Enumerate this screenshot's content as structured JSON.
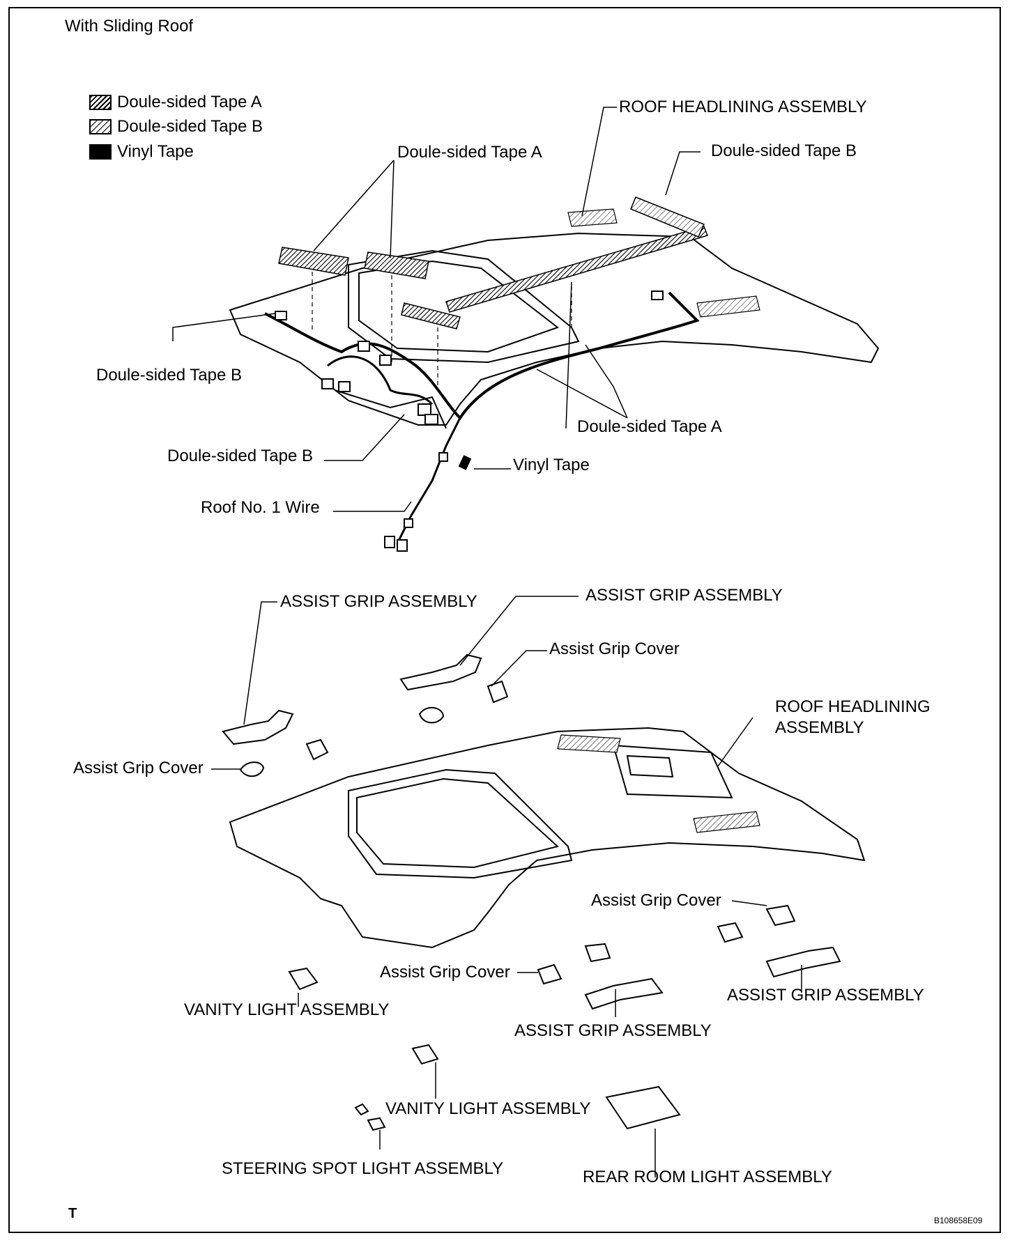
{
  "header": {
    "title": "With Sliding Roof"
  },
  "legend": [
    {
      "swatch": "tape-a",
      "label": "Doule-sided Tape A"
    },
    {
      "swatch": "tape-b",
      "label": "Doule-sided Tape B"
    },
    {
      "swatch": "vinyl",
      "label": "Vinyl Tape"
    }
  ],
  "top_labels": {
    "roof_headlining": "ROOF HEADLINING ASSEMBLY",
    "tape_b_right": "Doule-sided Tape B",
    "tape_a_top": "Doule-sided Tape A",
    "tape_b_left": "Doule-sided Tape B",
    "tape_a_mid": "Doule-sided Tape A",
    "tape_b_low": "Doule-sided Tape B",
    "vinyl_tape": "Vinyl Tape",
    "roof_wire": "Roof No. 1 Wire"
  },
  "bottom_labels": {
    "assist_grip_1": "ASSIST GRIP ASSEMBLY",
    "assist_grip_2": "ASSIST GRIP ASSEMBLY",
    "assist_grip_cover_1": "Assist Grip Cover",
    "roof_headlining_line1": "ROOF HEADLINING",
    "roof_headlining_line2": "ASSEMBLY",
    "assist_grip_cover_2": "Assist Grip Cover",
    "assist_grip_cover_3": "Assist Grip Cover",
    "assist_grip_cover_4": "Assist Grip Cover",
    "vanity_light_1": "VANITY LIGHT ASSEMBLY",
    "assist_grip_3": "ASSIST GRIP ASSEMBLY",
    "assist_grip_4": "ASSIST GRIP ASSEMBLY",
    "vanity_light_2": "VANITY LIGHT ASSEMBLY",
    "steering_spot_light": "STEERING SPOT LIGHT ASSEMBLY",
    "rear_room_light": "REAR ROOM LIGHT ASSEMBLY"
  },
  "footer": {
    "mark": "T",
    "code": "B108658E09"
  }
}
